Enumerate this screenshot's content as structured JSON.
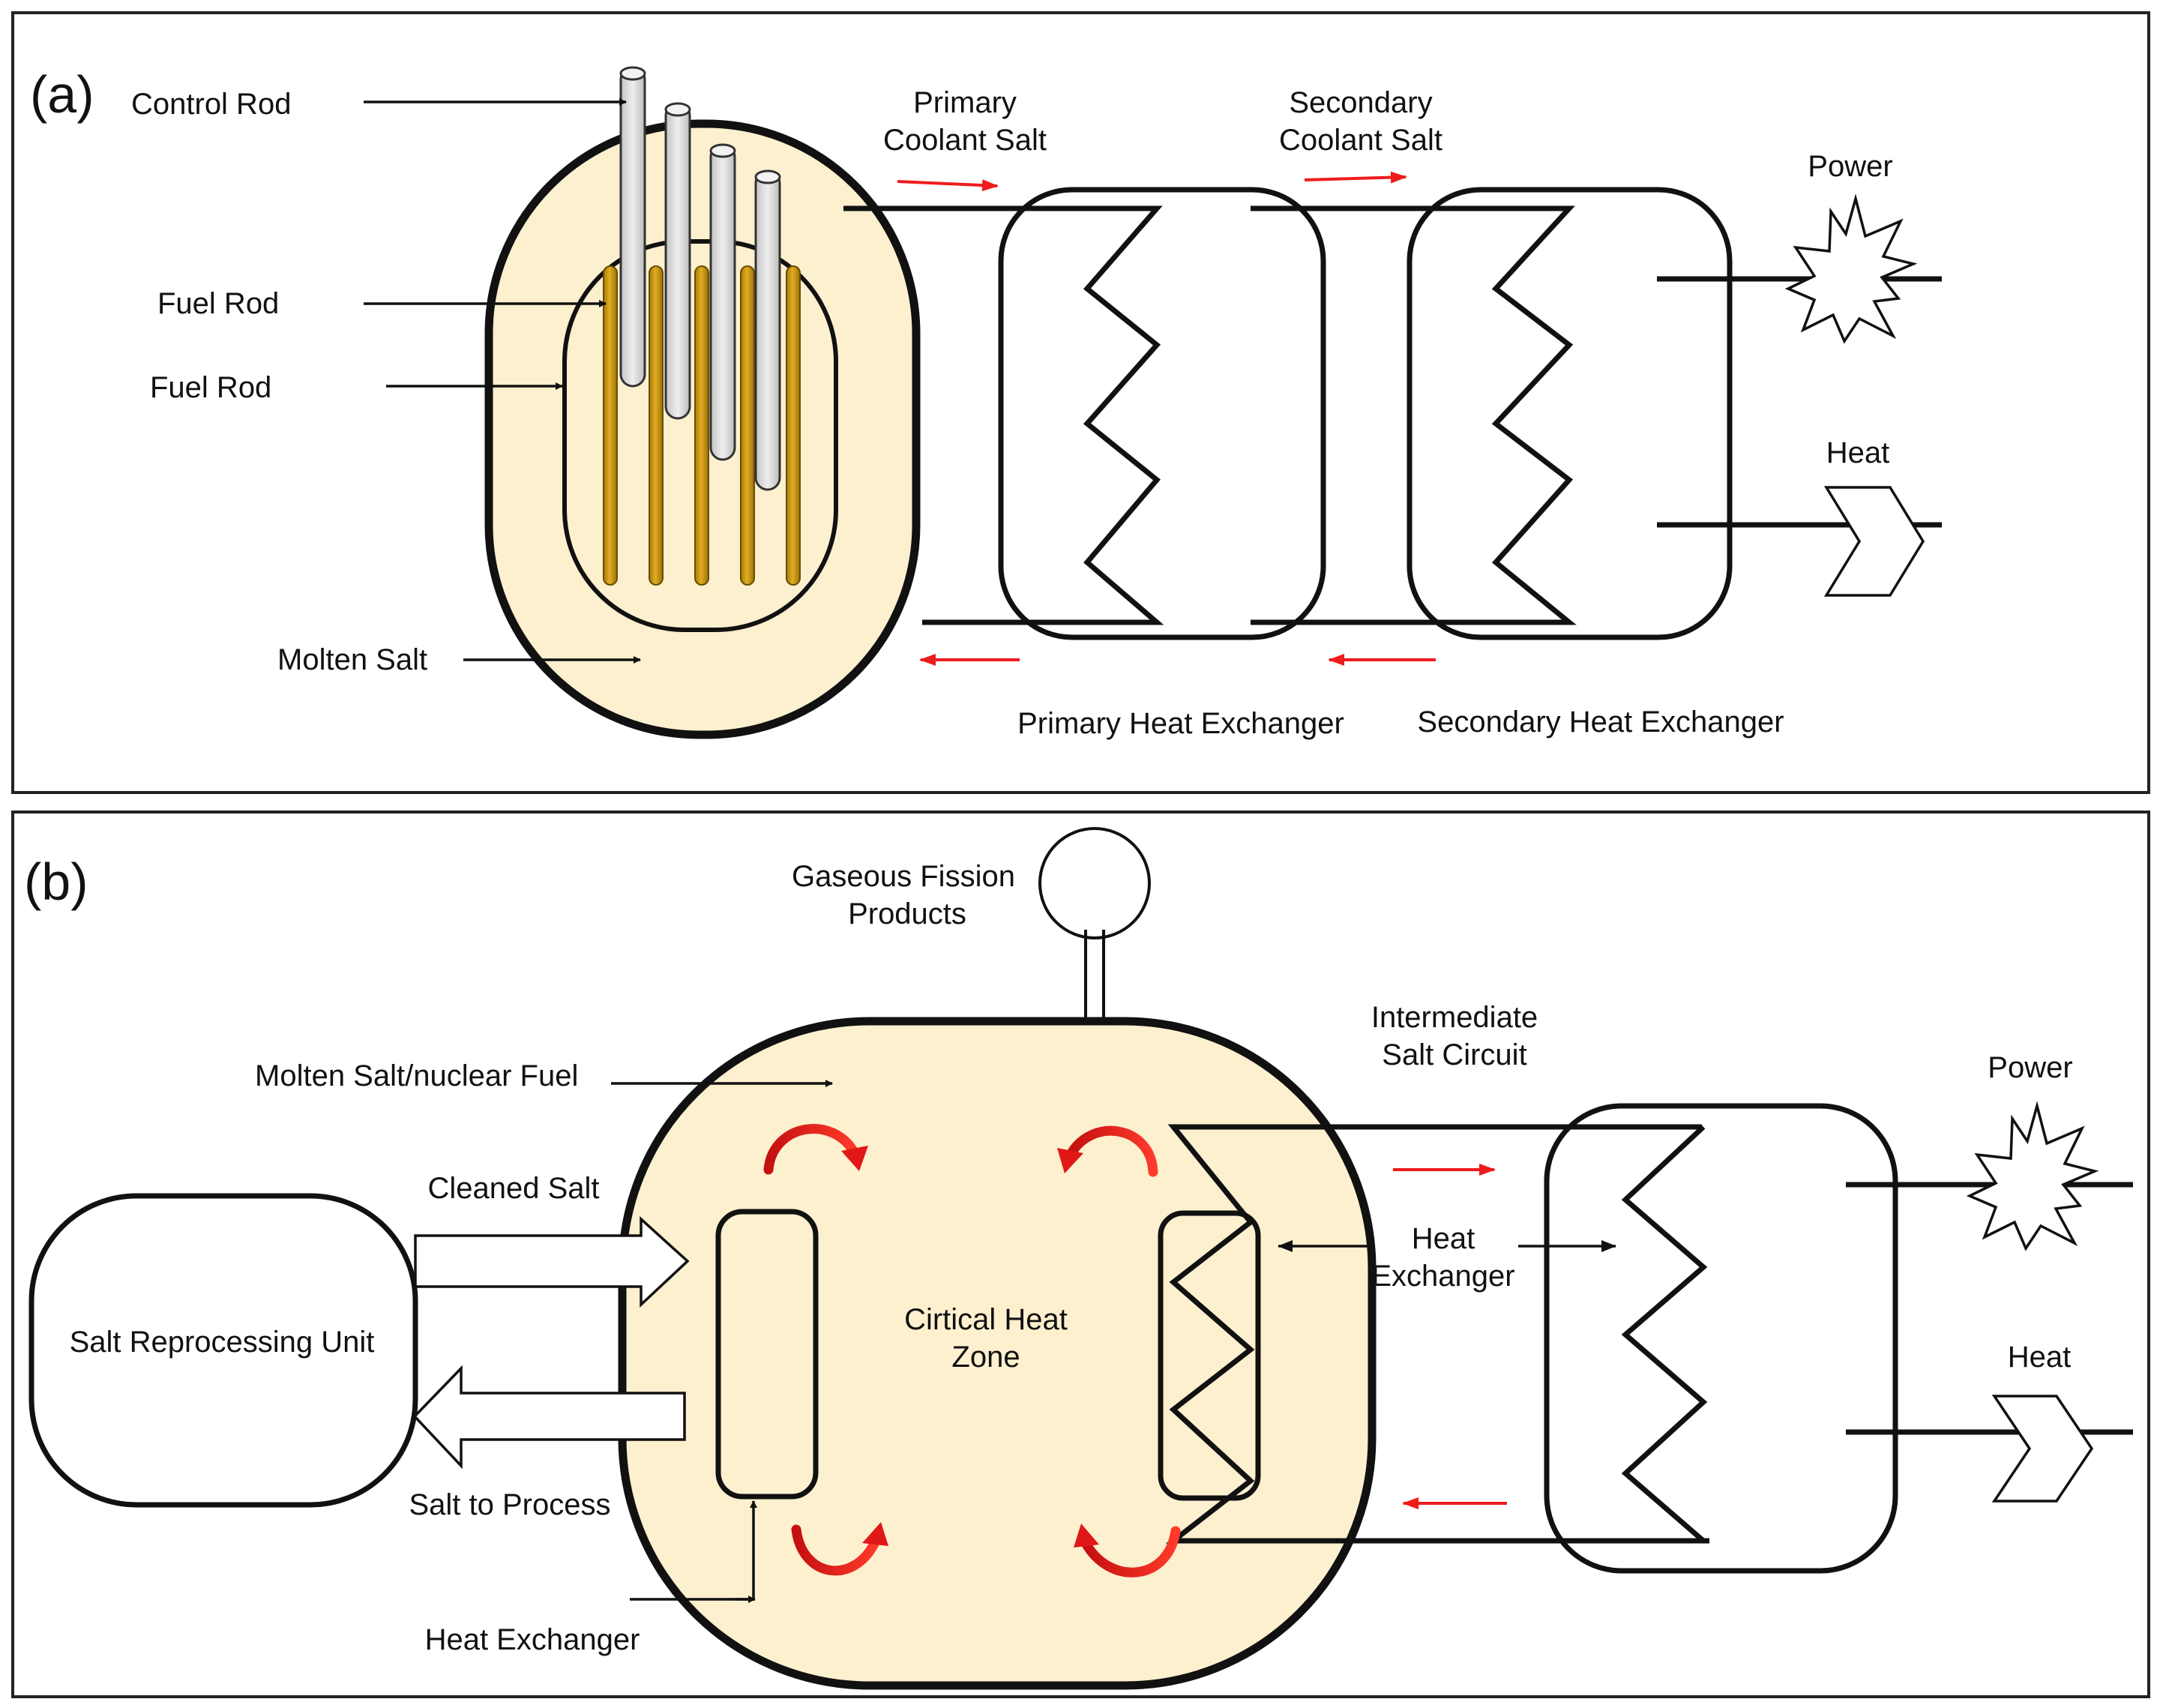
{
  "panel_a": {
    "tag": "(a)",
    "labels": {
      "control_rod": "Control Rod",
      "fuel_rod_1": "Fuel Rod",
      "fuel_rod_2": "Fuel Rod",
      "molten_salt": "Molten Salt",
      "primary_coolant_1": "Primary",
      "primary_coolant_2": "Coolant Salt",
      "secondary_coolant_1": "Secondary",
      "secondary_coolant_2": "Coolant Salt",
      "power": "Power",
      "heat": "Heat",
      "primary_hx": "Primary Heat Exchanger",
      "secondary_hx": "Secondary Heat Exchanger"
    }
  },
  "panel_b": {
    "tag": "(b)",
    "labels": {
      "gaseous_1": "Gaseous Fission",
      "gaseous_2": "Products",
      "molten_fuel": "Molten Salt/nuclear Fuel",
      "intermediate_1": "Intermediate",
      "intermediate_2": "Salt Circuit",
      "power": "Power",
      "heat": "Heat",
      "cleaned_salt": "Cleaned Salt",
      "reprocessing": "Salt Reprocessing Unit",
      "salt_to_process": "Salt to Process",
      "heat_exchanger_bottom": "Heat Exchanger",
      "critical_zone_1": "Cirtical Heat",
      "critical_zone_2": "Zone",
      "hx_right_1": "Heat",
      "hx_right_2": "Exchanger"
    }
  },
  "colors": {
    "salt_fill": "#fdf0cf",
    "fuel_rod": "#d4a017",
    "control_rod": "#d6d6d6",
    "flow_arrow": "#ee1c1c",
    "outline": "#111111"
  }
}
